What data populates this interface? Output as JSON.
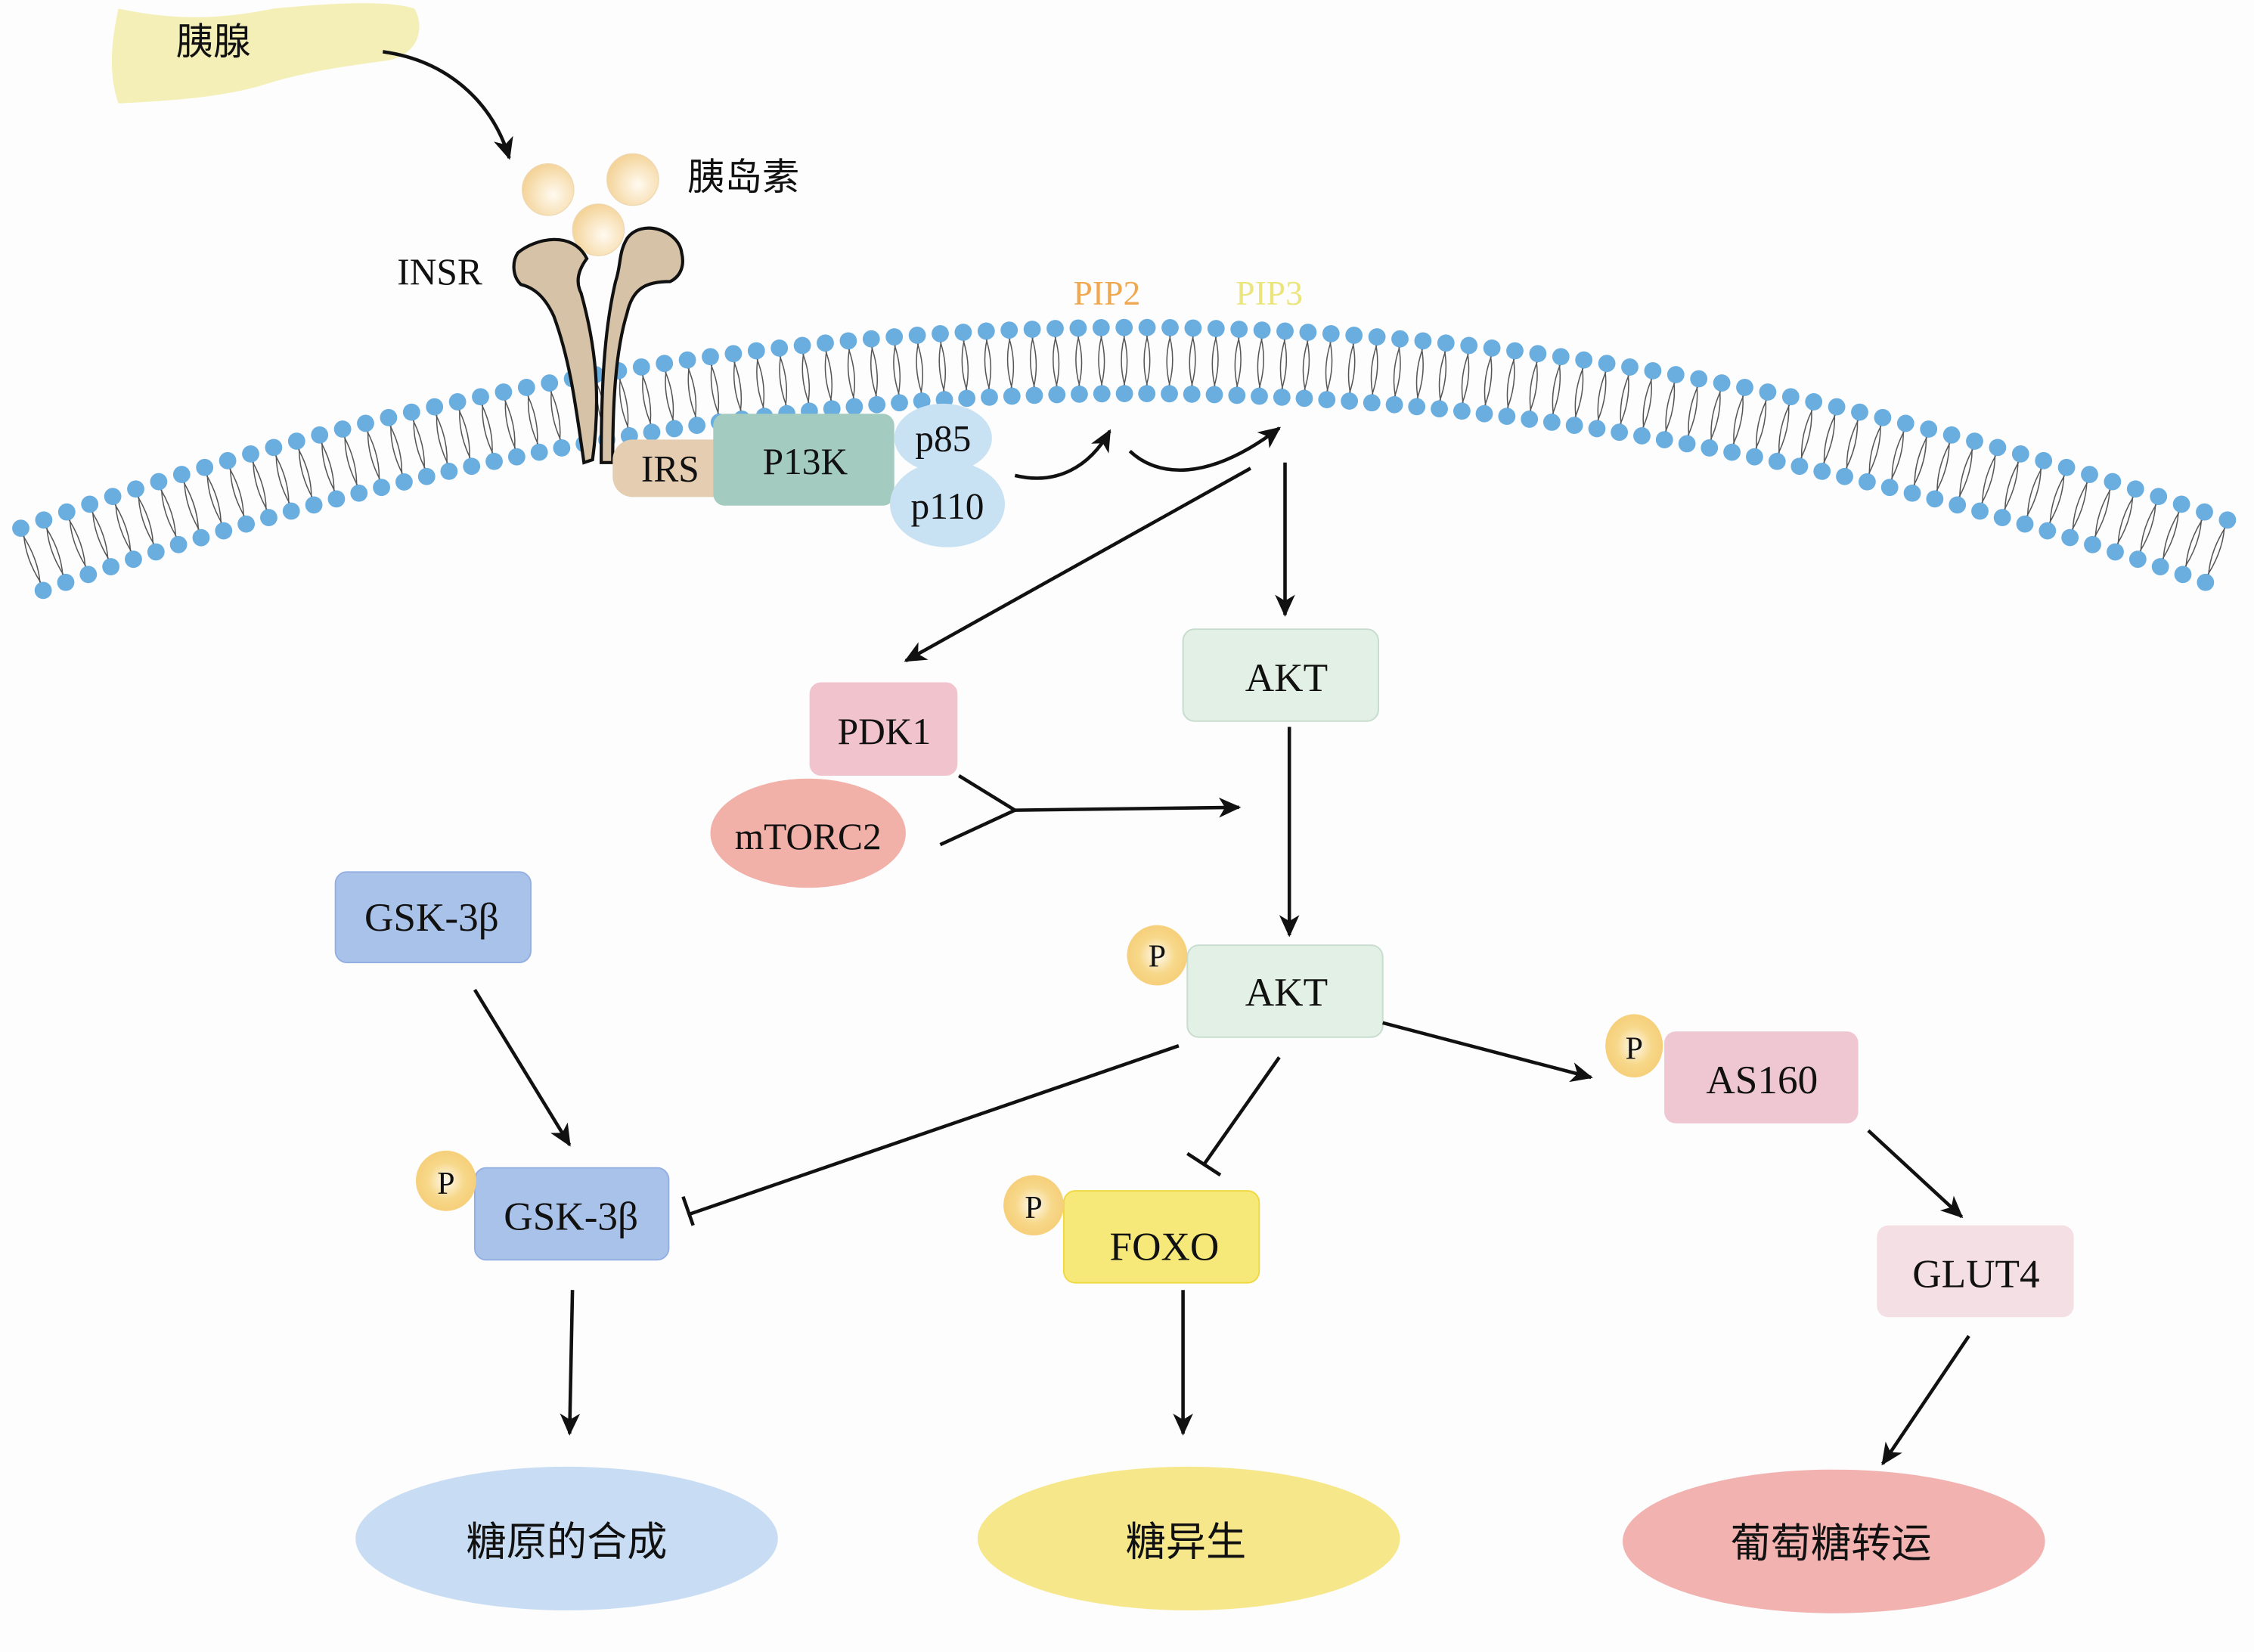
{
  "title": "胰岛素信号通路 (Insulin / PI3K-AKT signaling pathway)",
  "colors": {
    "background": "#fdfdfd",
    "membrane_head": "#6aaee0",
    "pancreas": "#f4efb6",
    "insulin": "#f6d9a0",
    "insr": "#d6c2a6",
    "irs": "#e4cdb0",
    "pi3k": "#a3cbc0",
    "p85_p110": "#c9e2f3",
    "pip2_text": "#f0a850",
    "pip3_text": "#ece47c",
    "akt": "#e3f0e6",
    "pdk1": "#f0c3cd",
    "mtorc2": "#f1b0a8",
    "gsk3b": "#a9c2ea",
    "phospho": "#f6d07a",
    "foxo": "#f6e97a",
    "as160": "#efc7d3",
    "glut4": "#f3dfe4",
    "glycogen_synthesis": "#c8ddf3",
    "gluconeogenesis": "#f6e88a",
    "glucose_transport": "#f1b2b0"
  },
  "nodes": {
    "pancreas": "胰腺",
    "insulin": "胰岛素",
    "insr": "INSR",
    "irs": "IRS",
    "pi3k": "P13K",
    "p85": "p85",
    "p110": "p110",
    "pip2": "PIP2",
    "pip3": "PIP3",
    "akt": "AKT",
    "pdk1": "PDK1",
    "mtorc2": "mTORC2",
    "p_akt": "AKT",
    "gsk3b": "GSK-3β",
    "p_gsk3b": "GSK-3β",
    "p_foxo": "FOXO",
    "p_as160": "AS160",
    "glut4": "GLUT4",
    "phospho_label": "P"
  },
  "outcomes": {
    "glycogen_synthesis": "糖原的合成",
    "gluconeogenesis": "糖异生",
    "glucose_transport": "葡萄糖转运"
  },
  "edges": [
    {
      "from": "胰腺",
      "to": "胰岛素",
      "type": "activation"
    },
    {
      "from": "P13K",
      "to": "PIP2",
      "type": "activation"
    },
    {
      "from": "PIP2",
      "to": "PIP3",
      "type": "activation"
    },
    {
      "from": "PIP3",
      "to": "PDK1",
      "type": "activation"
    },
    {
      "from": "PIP3",
      "to": "AKT",
      "type": "activation"
    },
    {
      "from": "PDK1 + mTORC2",
      "to": "AKT",
      "type": "activation"
    },
    {
      "from": "AKT",
      "to": "P-AKT",
      "type": "activation"
    },
    {
      "from": "P-AKT",
      "to": "P-GSK-3β",
      "type": "inhibition"
    },
    {
      "from": "GSK-3β",
      "to": "P-GSK-3β",
      "type": "activation"
    },
    {
      "from": "P-AKT",
      "to": "P-FOXO",
      "type": "inhibition"
    },
    {
      "from": "P-AKT",
      "to": "P-AS160",
      "type": "activation"
    },
    {
      "from": "P-AS160",
      "to": "GLUT4",
      "type": "activation"
    },
    {
      "from": "P-GSK-3β",
      "to": "糖原的合成",
      "type": "activation"
    },
    {
      "from": "P-FOXO",
      "to": "糖异生",
      "type": "activation"
    },
    {
      "from": "GLUT4",
      "to": "葡萄糖转运",
      "type": "activation"
    }
  ]
}
